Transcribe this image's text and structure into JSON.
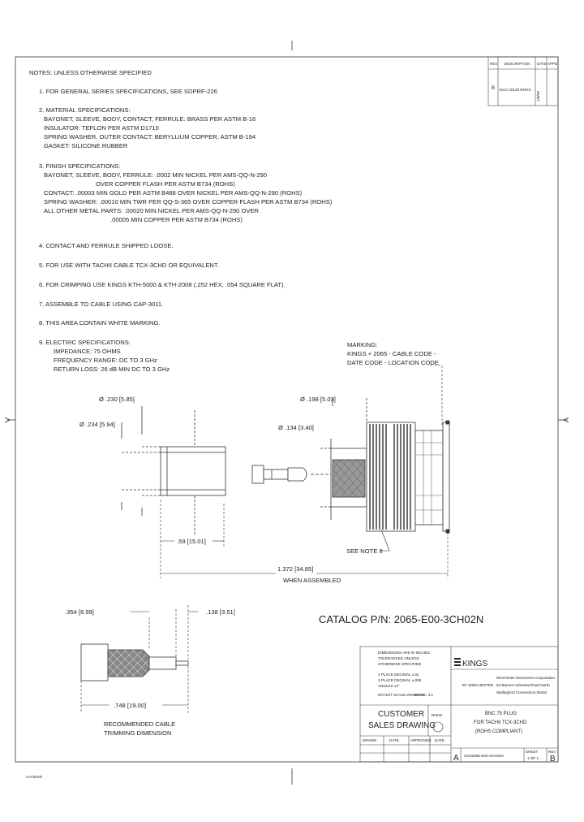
{
  "notes": {
    "header": "NOTES: UNLESS OTHERWISE SPECIFIED",
    "n1": "1. FOR GENERAL SERIES SPECIFICATIONS, SEE SDPRF-226",
    "n2_title": "2. MATERIAL SPECIFICATIONS:",
    "n2_l1": "BAYONET, SLEEVE, BODY, CONTACT, FERRULE: BRASS PER ASTM B-16",
    "n2_l2": "INSULATOR: TEFLON PER ASTM D1710",
    "n2_l3": "SPRING WASHER, OUTER CONTACT: BERYLLIUM COPPER, ASTM B-194",
    "n2_l4": "GASKET: SILICONE RUBBER",
    "n3_title": "3. FINISH SPECIFICATIONS:",
    "n3_l1": "BAYONET, SLEEVE, BODY, FERRULE: .0002 MIN NICKEL PER AMS-QQ-N-290",
    "n3_l2": "OVER COPPER FLASH PER ASTM B734 (ROHS)",
    "n3_l3": "CONTACT: .00003 MIN GOLD PER ASTM B488 OVER NICKEL PER AMS-QQ-N-290 (ROHS)",
    "n3_l4": "SPRING WASHER: .00010 MIN TWR PER QQ-S-365 OVER COPPER FLASH PER ASTM B734 (ROHS)",
    "n3_l5": "ALL OTHER METAL PARTS: .00020 MIN NICKEL PER AMS-QQ-N-290 OVER",
    "n3_l6": ".00005 MIN COPPER PER ASTM B734 (ROHS)",
    "n4": "4. CONTACT AND FERRULE SHIPPED LOOSE.",
    "n5": "5. FOR USE WITH TACHII CABLE TCX-3CHD OR EQUIVALENT.",
    "n6": "6. FOR CRIMPING USE KINGS KTH-5000 & KTH-2008 (.252 HEX, .054 SQUARE FLAT).",
    "n7": "7. ASSEMBLE TO CABLE USING CAP-3011.",
    "n8": "8. THIS AREA CONTAIN WHITE MARKING.",
    "n9_title": "9. ELECTRIC SPECIFICATIONS:",
    "n9_l1": "IMPEDANCE: 75 OHMS",
    "n9_l2": "FREQUENCY RANGE: DC TO 3 GHz",
    "n9_l3": "RETURN LOSS: 26 dB MIN DC TO 3 GHz"
  },
  "revision_table": {
    "headers": [
      "REV",
      "DESCRIPTION",
      "DATE APPD"
    ],
    "row": [
      "B",
      "ECO 40128 ROHS",
      "1/8/09"
    ]
  },
  "marking": {
    "line1": "MARKING:",
    "line2": "KINGS + 2065 - CABLE CODE -",
    "line3": "DATE CODE - LOCATION CODE"
  },
  "dimensions": {
    "d_230": "Ø .230 [5.85]",
    "d_234": "Ø .234 [5.94]",
    "d_198": "Ø .198 [5.03]",
    "d_134": "Ø .134 [3.40]",
    "d_59": ".59 [15.01]",
    "d_1372": "1.372 [34.85]",
    "when_assembled": "WHEN ASSEMBLED",
    "see_note": "SEE NOTE 8",
    "d_354": ".354 [8.99]",
    "d_138": ".138 [3.51]",
    "d_748": ".748 [19.00]",
    "trim_l1": "RECOMMENDED CABLE",
    "trim_l2": "TRIMMING DIMENSION"
  },
  "catalog": "CATALOG P/N: 2065-E00-3CH02N",
  "title_block": {
    "tol_l1": "DIMENSIONS ARE IN INCHES",
    "tol_l2": "TOLERANCES UNLESS",
    "tol_l3": "OTHERWISE SPECIFIED",
    "tol_l4": "2 PLACE DECIMAL ±.01",
    "tol_l5": "3 PLACE DECIMAL ±.005",
    "tol_l6": "ANGLES ±2°",
    "do_not_scale": "DO NOT SCALE DRAWING",
    "scale": "SCALE: 4:1",
    "company_logo": "KINGS",
    "company_sub": "BY WINCHESTER",
    "company_l1": "Winchester Electronics Corporation",
    "company_l2": "62 Barnes Industrial Road North",
    "company_l3": "Wallingford Connecticut 06492",
    "customer_l1": "CUSTOMER",
    "customer_l2": "SALES DRAWING",
    "rohs": "ROHS",
    "title_l1": "BNC 75 PLUG",
    "title_l2": "FOR TACHII TCX-3CHD",
    "title_l3": "(ROHS COMPLIANT)",
    "drawn": "DRAWN",
    "date": "DATE",
    "approved": "APPROVED",
    "date2": "DATE",
    "drawn_val": "",
    "size": "A",
    "dwg_no": "SCD2065-E00-3CH02N",
    "sheet_label": "SHEET",
    "sheet_val": "1 OF 1",
    "rev_label": "REV",
    "rev_val": "B"
  },
  "footer_code": "CAT/ES/5"
}
